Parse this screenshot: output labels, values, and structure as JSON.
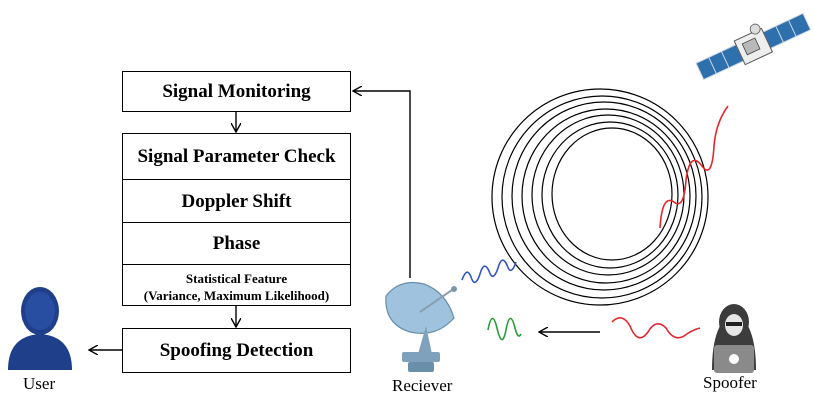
{
  "flow": {
    "signal_monitoring": "Signal Monitoring",
    "parameter_check": "Signal Parameter Check",
    "doppler_shift": "Doppler Shift",
    "phase": "Phase",
    "statistical_feature_line1": "Statistical Feature",
    "statistical_feature_line2": "(Variance, Maximum Likelihood)",
    "spoofing_detection": "Spoofing Detection"
  },
  "captions": {
    "user": "User",
    "receiver": "Reciever",
    "spoofer": "Spoofer"
  },
  "colors": {
    "user_icon": "#1f3f8a",
    "receiver_wave": "#2f55c9",
    "spoofer_wave_green": "#2a9b3a",
    "spoof_wave_red": "#e0282e",
    "satellite_panel": "#2e6fae",
    "receiver_dish": "#9fc3de"
  },
  "icons": [
    "user-icon",
    "satellite-icon",
    "receiver-dish-icon",
    "spoofer-icon"
  ]
}
